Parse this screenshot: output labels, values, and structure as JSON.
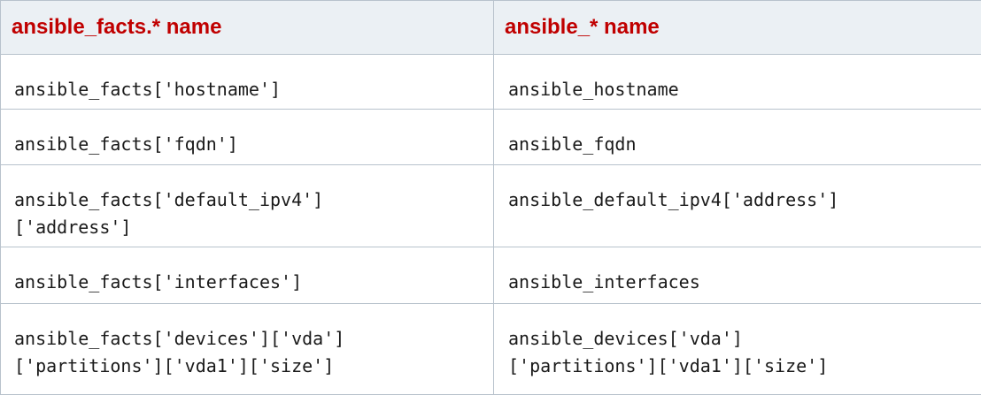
{
  "table": {
    "headers": [
      "ansible_facts.* name",
      "ansible_* name"
    ],
    "rows": [
      [
        [
          "ansible_facts['hostname']"
        ],
        [
          "ansible_hostname"
        ]
      ],
      [
        [
          "ansible_facts['fqdn']"
        ],
        [
          "ansible_fqdn"
        ]
      ],
      [
        [
          "ansible_facts['default_ipv4']",
          "['address']"
        ],
        [
          "ansible_default_ipv4['address']"
        ]
      ],
      [
        [
          "ansible_facts['interfaces']"
        ],
        [
          "ansible_interfaces"
        ]
      ],
      [
        [
          "ansible_facts['devices']['vda']",
          "['partitions']['vda1']['size']"
        ],
        [
          "ansible_devices['vda']",
          "['partitions']['vda1']['size']"
        ]
      ]
    ]
  },
  "colors": {
    "header_text": "#c00000",
    "header_bg": "#ebf0f4",
    "border": "#b8c2cc",
    "body_text": "#1a1a1a"
  }
}
